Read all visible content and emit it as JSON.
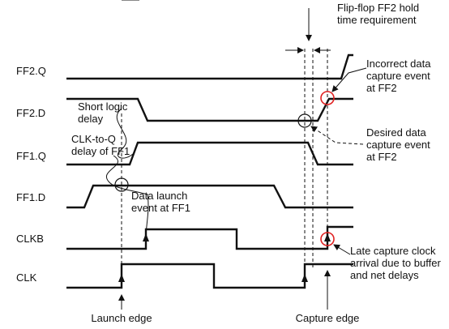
{
  "colors": {
    "ink": "#111111",
    "highlight": "#e02020",
    "background": "#ffffff"
  },
  "signals": {
    "ff2q": "FF2.Q",
    "ff2d": "FF2.D",
    "ff1q": "FF1.Q",
    "ff1d": "FF1.D",
    "clkb": "CLKB",
    "clk": "CLK"
  },
  "annotations": {
    "hold_time": [
      "Flip-flop FF2 hold",
      "time requirement"
    ],
    "incorrect_capture": [
      "Incorrect data",
      "capture event",
      "at FF2"
    ],
    "desired_capture": [
      "Desired data",
      "capture event",
      "at FF2"
    ],
    "short_logic": [
      "Short logic",
      "delay"
    ],
    "clk_to_q": [
      "CLK-to-Q",
      "delay of FF1"
    ],
    "data_launch": [
      "Data launch",
      "event at FF1"
    ],
    "late_capture": [
      "Late capture clock",
      "arrival due to buffer",
      "and net delays"
    ],
    "launch_edge": "Launch edge",
    "capture_edge": "Capture edge"
  }
}
